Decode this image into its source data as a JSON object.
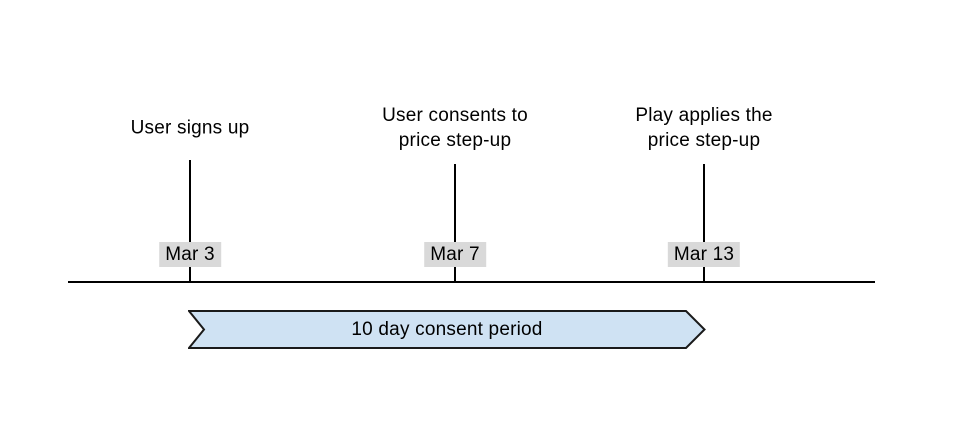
{
  "colors": {
    "background": "#ffffff",
    "line": "#000000",
    "text": "#000000",
    "date_chip_background": "#d9d9d9",
    "banner_fill": "#cfe2f3",
    "banner_border": "#1a1a1a"
  },
  "events": [
    {
      "label": "User signs up",
      "date": "Mar 3"
    },
    {
      "label": "User consents to\nprice step-up",
      "date": "Mar 7"
    },
    {
      "label": "Play applies the\nprice step-up",
      "date": "Mar 13"
    }
  ],
  "period": {
    "label": "10 day consent period"
  }
}
